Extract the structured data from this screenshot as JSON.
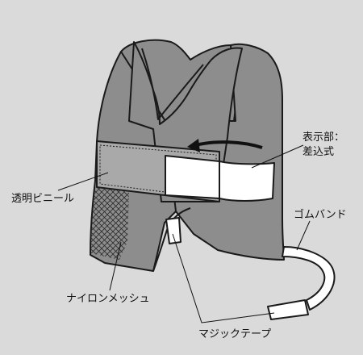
{
  "labels": {
    "display_part_line1": "表示部：",
    "display_part_line2": "差込式",
    "clear_vinyl": "透明ビニール",
    "rubber_band": "ゴムバンド",
    "nylon_mesh": "ナイロンメッシュ",
    "velcro_tape": "マジックテープ"
  },
  "colors": {
    "background_panel": "#dadada",
    "vest_fill": "#8d8d8d",
    "vest_outline": "#1a1a1a",
    "vinyl_fill": "#a9a9a9",
    "insert_card": "#ffffff",
    "arrow": "#111111",
    "mesh": "#2a2a2a"
  }
}
